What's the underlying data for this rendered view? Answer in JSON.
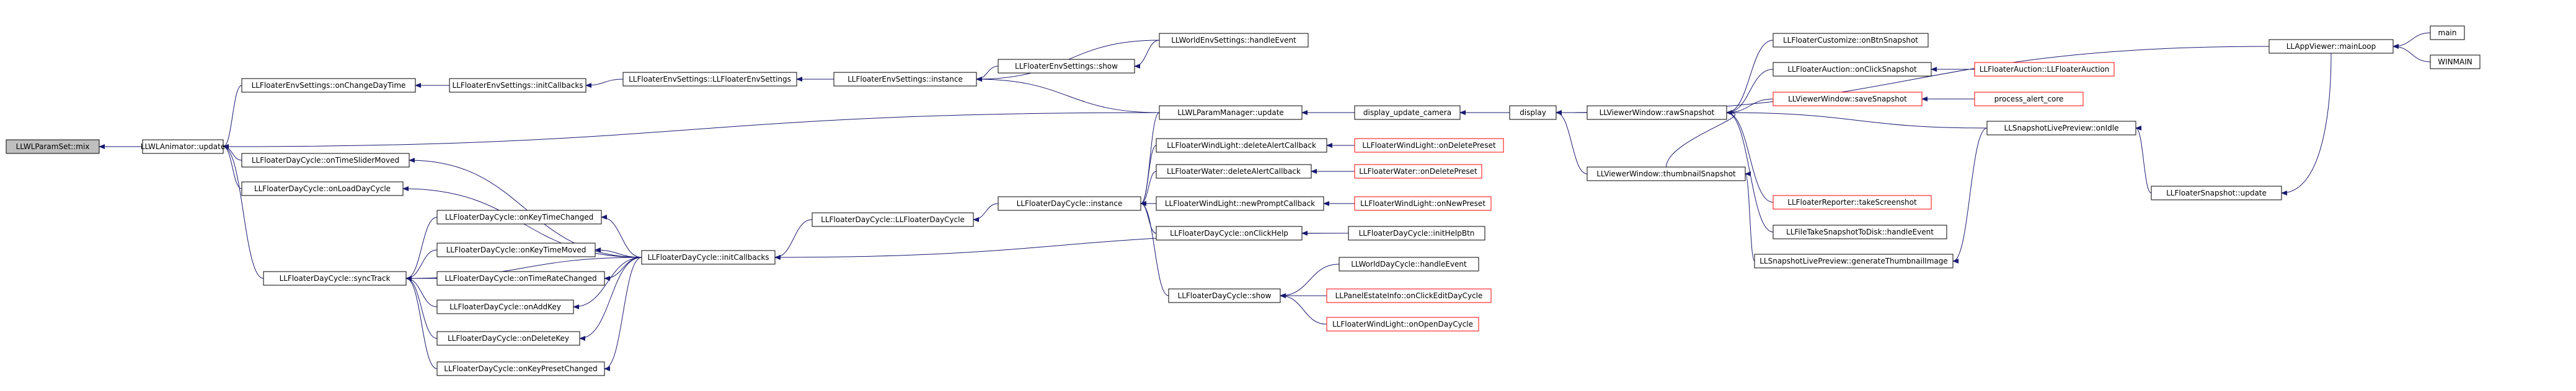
{
  "colors": {
    "edge": "#191970",
    "node_border_black": "#000000",
    "node_border_red": "#ff0000",
    "root_fill": "#bfbfbf",
    "node_fill": "#ffffff"
  },
  "nodes": [
    {
      "id": "root",
      "label": "LLWLParamSet::mix",
      "style": "root"
    },
    {
      "id": "n1",
      "label": "LLWLAnimator::update",
      "style": "black"
    },
    {
      "id": "n2",
      "label": "LLFloaterEnvSettings::onChangeDayTime",
      "style": "black"
    },
    {
      "id": "n3",
      "label": "LLFloaterEnvSettings::initCallbacks",
      "style": "black"
    },
    {
      "id": "n4",
      "label": "LLFloaterEnvSettings::LLFloaterEnvSettings",
      "style": "black"
    },
    {
      "id": "n5",
      "label": "LLFloaterEnvSettings::instance",
      "style": "black"
    },
    {
      "id": "n6",
      "label": "LLFloaterEnvSettings::show",
      "style": "black"
    },
    {
      "id": "n7",
      "label": "LLWorldEnvSettings::handleEvent",
      "style": "black"
    },
    {
      "id": "n8",
      "label": "LLWLParamManager::update",
      "style": "black"
    },
    {
      "id": "n9",
      "label": "display_update_camera",
      "style": "black"
    },
    {
      "id": "n10",
      "label": "display",
      "style": "black"
    },
    {
      "id": "n11",
      "label": "LLViewerWindow::rawSnapshot",
      "style": "black"
    },
    {
      "id": "n12",
      "label": "LLViewerWindow::thumbnailSnapshot",
      "style": "black"
    },
    {
      "id": "n13",
      "label": "LLFloaterCustomize::onBtnSnapshot",
      "style": "black"
    },
    {
      "id": "n14",
      "label": "LLFloaterAuction::onClickSnapshot",
      "style": "black"
    },
    {
      "id": "n15",
      "label": "LLFloaterAuction::LLFloaterAuction",
      "style": "red"
    },
    {
      "id": "n16",
      "label": "LLViewerWindow::saveSnapshot",
      "style": "red"
    },
    {
      "id": "n17",
      "label": "process_alert_core",
      "style": "red"
    },
    {
      "id": "n18",
      "label": "LLSnapshotLivePreview::onIdle",
      "style": "black"
    },
    {
      "id": "n19",
      "label": "LLFloaterReporter::takeScreenshot",
      "style": "red"
    },
    {
      "id": "n20",
      "label": "LLFileTakeSnapshotToDisk::handleEvent",
      "style": "black"
    },
    {
      "id": "n21",
      "label": "LLSnapshotLivePreview::generateThumbnailImage",
      "style": "black"
    },
    {
      "id": "n22",
      "label": "LLFloaterSnapshot::update",
      "style": "black"
    },
    {
      "id": "n23",
      "label": "LLAppViewer::mainLoop",
      "style": "black"
    },
    {
      "id": "n24",
      "label": "main",
      "style": "black"
    },
    {
      "id": "n25",
      "label": "WINMAIN",
      "style": "black"
    },
    {
      "id": "n26",
      "label": "LLFloaterDayCycle::onTimeSliderMoved",
      "style": "black"
    },
    {
      "id": "n27",
      "label": "LLFloaterDayCycle::onLoadDayCycle",
      "style": "black"
    },
    {
      "id": "n28",
      "label": "LLFloaterDayCycle::syncTrack",
      "style": "black"
    },
    {
      "id": "n29",
      "label": "LLFloaterDayCycle::onKeyTimeChanged",
      "style": "black"
    },
    {
      "id": "n30",
      "label": "LLFloaterDayCycle::onKeyTimeMoved",
      "style": "black"
    },
    {
      "id": "n31",
      "label": "LLFloaterDayCycle::onTimeRateChanged",
      "style": "black"
    },
    {
      "id": "n32",
      "label": "LLFloaterDayCycle::onAddKey",
      "style": "black"
    },
    {
      "id": "n33",
      "label": "LLFloaterDayCycle::onDeleteKey",
      "style": "black"
    },
    {
      "id": "n34",
      "label": "LLFloaterDayCycle::onKeyPresetChanged",
      "style": "black"
    },
    {
      "id": "n35",
      "label": "LLFloaterDayCycle::initCallbacks",
      "style": "black"
    },
    {
      "id": "n36",
      "label": "LLFloaterDayCycle::LLFloaterDayCycle",
      "style": "black"
    },
    {
      "id": "n37",
      "label": "LLFloaterDayCycle::instance",
      "style": "black"
    },
    {
      "id": "n38",
      "label": "LLFloaterWindLight::deleteAlertCallback",
      "style": "black"
    },
    {
      "id": "n39",
      "label": "LLFloaterWindLight::onDeletePreset",
      "style": "red"
    },
    {
      "id": "n40",
      "label": "LLFloaterWater::deleteAlertCallback",
      "style": "black"
    },
    {
      "id": "n41",
      "label": "LLFloaterWater::onDeletePreset",
      "style": "red"
    },
    {
      "id": "n42",
      "label": "LLFloaterWindLight::newPromptCallback",
      "style": "black"
    },
    {
      "id": "n43",
      "label": "LLFloaterWindLight::onNewPreset",
      "style": "red"
    },
    {
      "id": "n44",
      "label": "LLFloaterDayCycle::onClickHelp",
      "style": "black"
    },
    {
      "id": "n45",
      "label": "LLFloaterDayCycle::initHelpBtn",
      "style": "black"
    },
    {
      "id": "n46",
      "label": "LLFloaterDayCycle::show",
      "style": "black"
    },
    {
      "id": "n47",
      "label": "LLWorldDayCycle::handleEvent",
      "style": "black"
    },
    {
      "id": "n48",
      "label": "LLPanelEstateInfo::onClickEditDayCycle",
      "style": "red"
    },
    {
      "id": "n49",
      "label": "LLFloaterWindLight::onOpenDayCycle",
      "style": "red"
    }
  ],
  "edges": [
    [
      "n1",
      "root"
    ],
    [
      "n2",
      "n1"
    ],
    [
      "n8",
      "n1"
    ],
    [
      "n26",
      "n1"
    ],
    [
      "n27",
      "n1"
    ],
    [
      "n28",
      "n1"
    ],
    [
      "n3",
      "n2"
    ],
    [
      "n4",
      "n3"
    ],
    [
      "n5",
      "n4"
    ],
    [
      "n6",
      "n5"
    ],
    [
      "n7",
      "n5"
    ],
    [
      "n8",
      "n5"
    ],
    [
      "n7",
      "n6"
    ],
    [
      "n9",
      "n8"
    ],
    [
      "n10",
      "n9"
    ],
    [
      "n11",
      "n10"
    ],
    [
      "n12",
      "n10"
    ],
    [
      "n23",
      "n10"
    ],
    [
      "n12",
      "n11"
    ],
    [
      "n13",
      "n11"
    ],
    [
      "n14",
      "n11"
    ],
    [
      "n16",
      "n11"
    ],
    [
      "n18",
      "n11"
    ],
    [
      "n19",
      "n11"
    ],
    [
      "n20",
      "n11"
    ],
    [
      "n21",
      "n12"
    ],
    [
      "n15",
      "n14"
    ],
    [
      "n17",
      "n16"
    ],
    [
      "n22",
      "n18"
    ],
    [
      "n18",
      "n21"
    ],
    [
      "n23",
      "n22"
    ],
    [
      "n24",
      "n23"
    ],
    [
      "n25",
      "n23"
    ],
    [
      "n29",
      "n28"
    ],
    [
      "n30",
      "n28"
    ],
    [
      "n31",
      "n28"
    ],
    [
      "n32",
      "n28"
    ],
    [
      "n33",
      "n28"
    ],
    [
      "n34",
      "n28"
    ],
    [
      "n35",
      "n28"
    ],
    [
      "n35",
      "n26"
    ],
    [
      "n35",
      "n27"
    ],
    [
      "n35",
      "n29"
    ],
    [
      "n35",
      "n30"
    ],
    [
      "n35",
      "n31"
    ],
    [
      "n35",
      "n32"
    ],
    [
      "n35",
      "n33"
    ],
    [
      "n35",
      "n34"
    ],
    [
      "n36",
      "n35"
    ],
    [
      "n37",
      "n36"
    ],
    [
      "n45",
      "n35"
    ],
    [
      "n38",
      "n37"
    ],
    [
      "n40",
      "n37"
    ],
    [
      "n42",
      "n37"
    ],
    [
      "n44",
      "n37"
    ],
    [
      "n46",
      "n37"
    ],
    [
      "n8",
      "n37"
    ],
    [
      "n39",
      "n38"
    ],
    [
      "n41",
      "n40"
    ],
    [
      "n43",
      "n42"
    ],
    [
      "n45",
      "n44"
    ],
    [
      "n47",
      "n46"
    ],
    [
      "n48",
      "n46"
    ],
    [
      "n49",
      "n46"
    ]
  ]
}
